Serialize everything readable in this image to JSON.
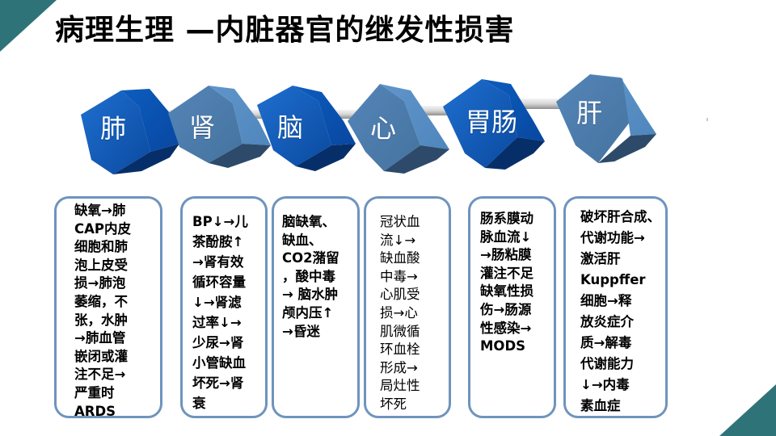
{
  "title": "病理生理 —内脏器官的继发性损害",
  "colors": {
    "corner": "#2e7378",
    "cube_dark": "#0b55b0",
    "cube_light": "#4d80b3",
    "box_border": "#6f94bd"
  },
  "organs": [
    {
      "label": "肺",
      "style": "dark"
    },
    {
      "label": "肾",
      "style": "light"
    },
    {
      "label": "脑",
      "style": "dark"
    },
    {
      "label": "心",
      "style": "light"
    },
    {
      "label": "胃肠",
      "style": "dark"
    },
    {
      "label": "肝",
      "style": "light"
    }
  ],
  "boxes": [
    {
      "organ": "肺",
      "text": "缺氧→肺\nCAP内皮\n细胞和肺\n泡上皮受\n损→肺泡\n萎缩，不\n张，水肿\n→肺血管\n嵌闭或灌\n注不足→\n严重时\nARDS"
    },
    {
      "organ": "肾",
      "text": "BP↓→儿\n茶酚胺↑\n→肾有效\n循环容量\n↓→肾滤\n过率↓→\n少尿→肾\n小管缺血\n坏死→肾\n衰"
    },
    {
      "organ": "脑",
      "text": "脑缺氧、\n缺血、\nCO2潴留\n，酸中毒\n→ 脑水肿\n颅内压↑\n→昏迷"
    },
    {
      "organ": "心",
      "text": "冠状血\n流↓→\n缺血酸\n中毒→\n心肌受\n损→心\n肌微循\n环血栓\n形成→\n局灶性\n坏死"
    },
    {
      "organ": "胃肠",
      "text": "肠系膜动\n脉血流↓\n→肠粘膜\n灌注不足\n缺氧性损\n伤→肠源\n性感染→\nMODS"
    },
    {
      "organ": "肝",
      "text": "破坏肝合成、\n代谢功能→\n激活肝\nKuppffer\n细胞→释\n放炎症介\n质→解毒\n代谢能力\n↓→内毒\n素血症"
    }
  ]
}
